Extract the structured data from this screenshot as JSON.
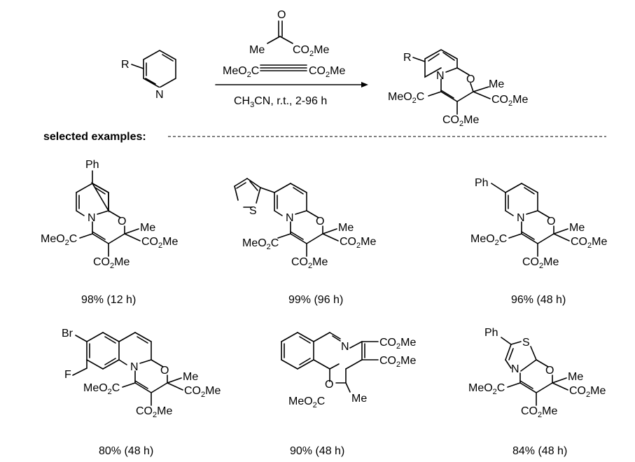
{
  "reaction": {
    "reactant_label": "R",
    "reactant_atom": "N",
    "reagent_ketone_me": "Me",
    "reagent_ketone_o": "O",
    "reagent_ketone_ester": "CO2Me",
    "reagent_alkyne_left": "MeO2C",
    "reagent_alkyne_right": "CO2Me",
    "conditions": "CH3CN, r.t., 2-96 h",
    "product": {
      "R": "R",
      "N": "N",
      "O": "O",
      "Me": "Me",
      "left_ester": "MeO2C",
      "right_ester": "CO2Me",
      "bottom_ester": "CO2Me"
    }
  },
  "section_label": "selected examples:",
  "examples": [
    {
      "substituent": "Ph",
      "yield": "98% (12 h)"
    },
    {
      "substituent": "S",
      "yield": "99% (96 h)"
    },
    {
      "substituent": "Ph",
      "yield": "96% (48 h)"
    },
    {
      "substituent": "Br",
      "substituent2": "F",
      "yield": "80% (48 h)"
    },
    {
      "substituent": "",
      "yield": "90% (48 h)"
    },
    {
      "substituent": "Ph",
      "substituent2": "S",
      "yield": "84% (48 h)"
    }
  ],
  "labels": {
    "N": "N",
    "O": "O",
    "S": "S",
    "Me": "Me",
    "MeO2C": "MeO2C",
    "CO2Me": "CO2Me"
  }
}
